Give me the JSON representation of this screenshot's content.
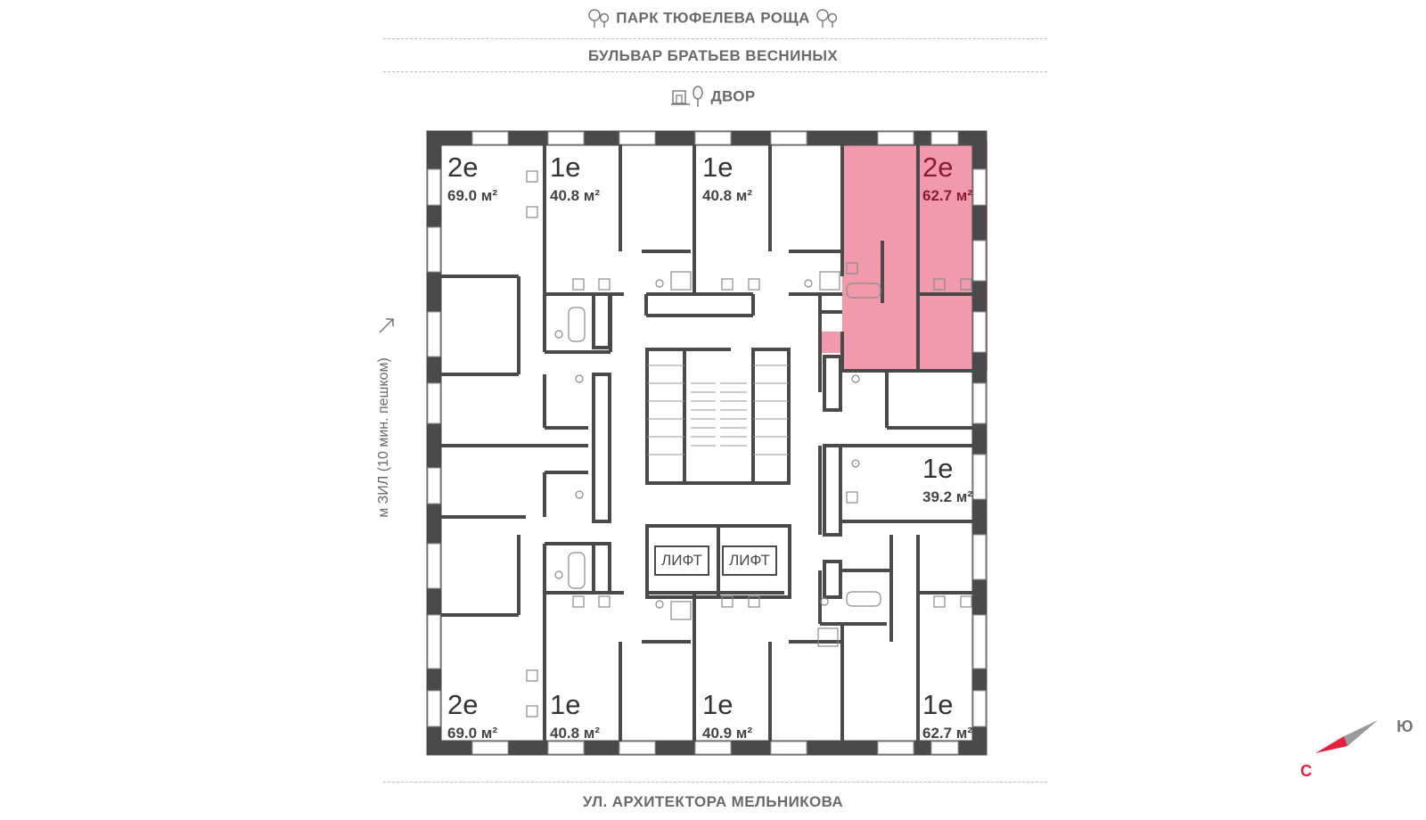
{
  "streets": {
    "park": "ПАРК ТЮФЕЛЕВА РОЩА",
    "boulevard": "БУЛЬВАР БРАТЬЕВ ВЕСНИНЫХ",
    "yard": "ДВОР",
    "bottom": "УЛ. АРХИТЕКТОРА МЕЛЬНИКОВА"
  },
  "metro_note": "м ЗИЛ (10 мин. пешком)",
  "apartments": [
    {
      "id": "a1",
      "type": "2е",
      "area": "69.0 м²",
      "selected": false
    },
    {
      "id": "a2",
      "type": "1е",
      "area": "40.8 м²",
      "selected": false
    },
    {
      "id": "a3",
      "type": "1е",
      "area": "40.8 м²",
      "selected": false
    },
    {
      "id": "a4",
      "type": "2е",
      "area": "62.7 м²",
      "selected": true
    },
    {
      "id": "a5",
      "type": "1е",
      "area": "39.2 м²",
      "selected": false
    },
    {
      "id": "a6",
      "type": "2е",
      "area": "69.0 м²",
      "selected": false
    },
    {
      "id": "a7",
      "type": "1е",
      "area": "40.8 м²",
      "selected": false
    },
    {
      "id": "a8",
      "type": "1е",
      "area": "40.9 м²",
      "selected": false
    },
    {
      "id": "a9",
      "type": "1е",
      "area": "62.7 м²",
      "selected": false
    }
  ],
  "lifts": [
    "ЛИФТ",
    "ЛИФТ"
  ],
  "compass": {
    "south": "Ю",
    "north": "С"
  },
  "colors": {
    "selected_fill": "#f09aac",
    "selected_text": "#8a1b33",
    "wall": "#4a4a4a",
    "compass_north": "#e3213d",
    "compass_south": "#9a9a9a"
  },
  "icons": [
    "tree-icon",
    "playground-icon",
    "walk-arrow-icon",
    "compass-icon"
  ]
}
